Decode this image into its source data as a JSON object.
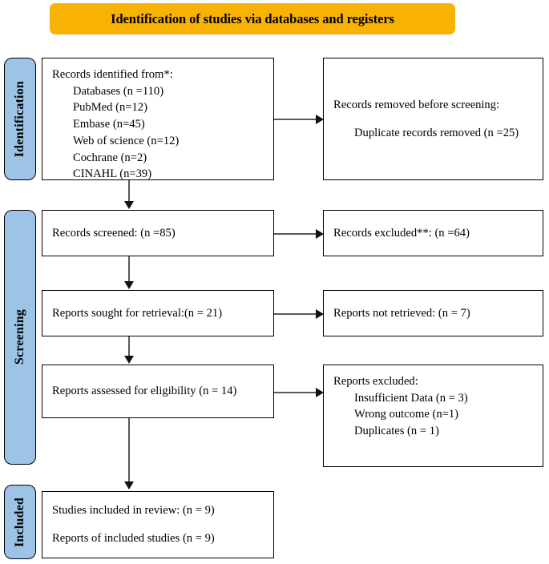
{
  "banner": {
    "title": "Identification of studies via databases and registers",
    "color": "#F7B204"
  },
  "phases": {
    "identification": "Identification",
    "screening": "Screening",
    "included": "Included",
    "tab_color": "#9DC3E6"
  },
  "boxes": {
    "identified": {
      "heading": "Records identified from*:",
      "items": [
        "Databases (n =110)",
        "PubMed (n=12)",
        "Embase (n=45)",
        "Web of science (n=12)",
        "Cochrane (n=2)",
        "CINAHL (n=39)"
      ]
    },
    "removed": {
      "heading": "Records removed before screening:",
      "items": [
        "Duplicate records removed (n =25)"
      ]
    },
    "screened": {
      "text": "Records screened: (n =85)"
    },
    "excluded_screening": {
      "text": "Records excluded**: (n =64)"
    },
    "sought": {
      "text": "Reports sought for retrieval:(n = 21)"
    },
    "not_retrieved": {
      "text": "Reports not retrieved: (n = 7)"
    },
    "assessed": {
      "text": "Reports assessed for eligibility (n = 14)"
    },
    "excluded_eligibility": {
      "heading": "Reports excluded:",
      "items": [
        "Insufficient Data (n = 3)",
        "Wrong outcome (n=1)",
        "Duplicates (n = 1)"
      ]
    },
    "included": {
      "line1": "Studies included in review: (n = 9)",
      "line2": "Reports of included studies (n = 9)"
    }
  }
}
